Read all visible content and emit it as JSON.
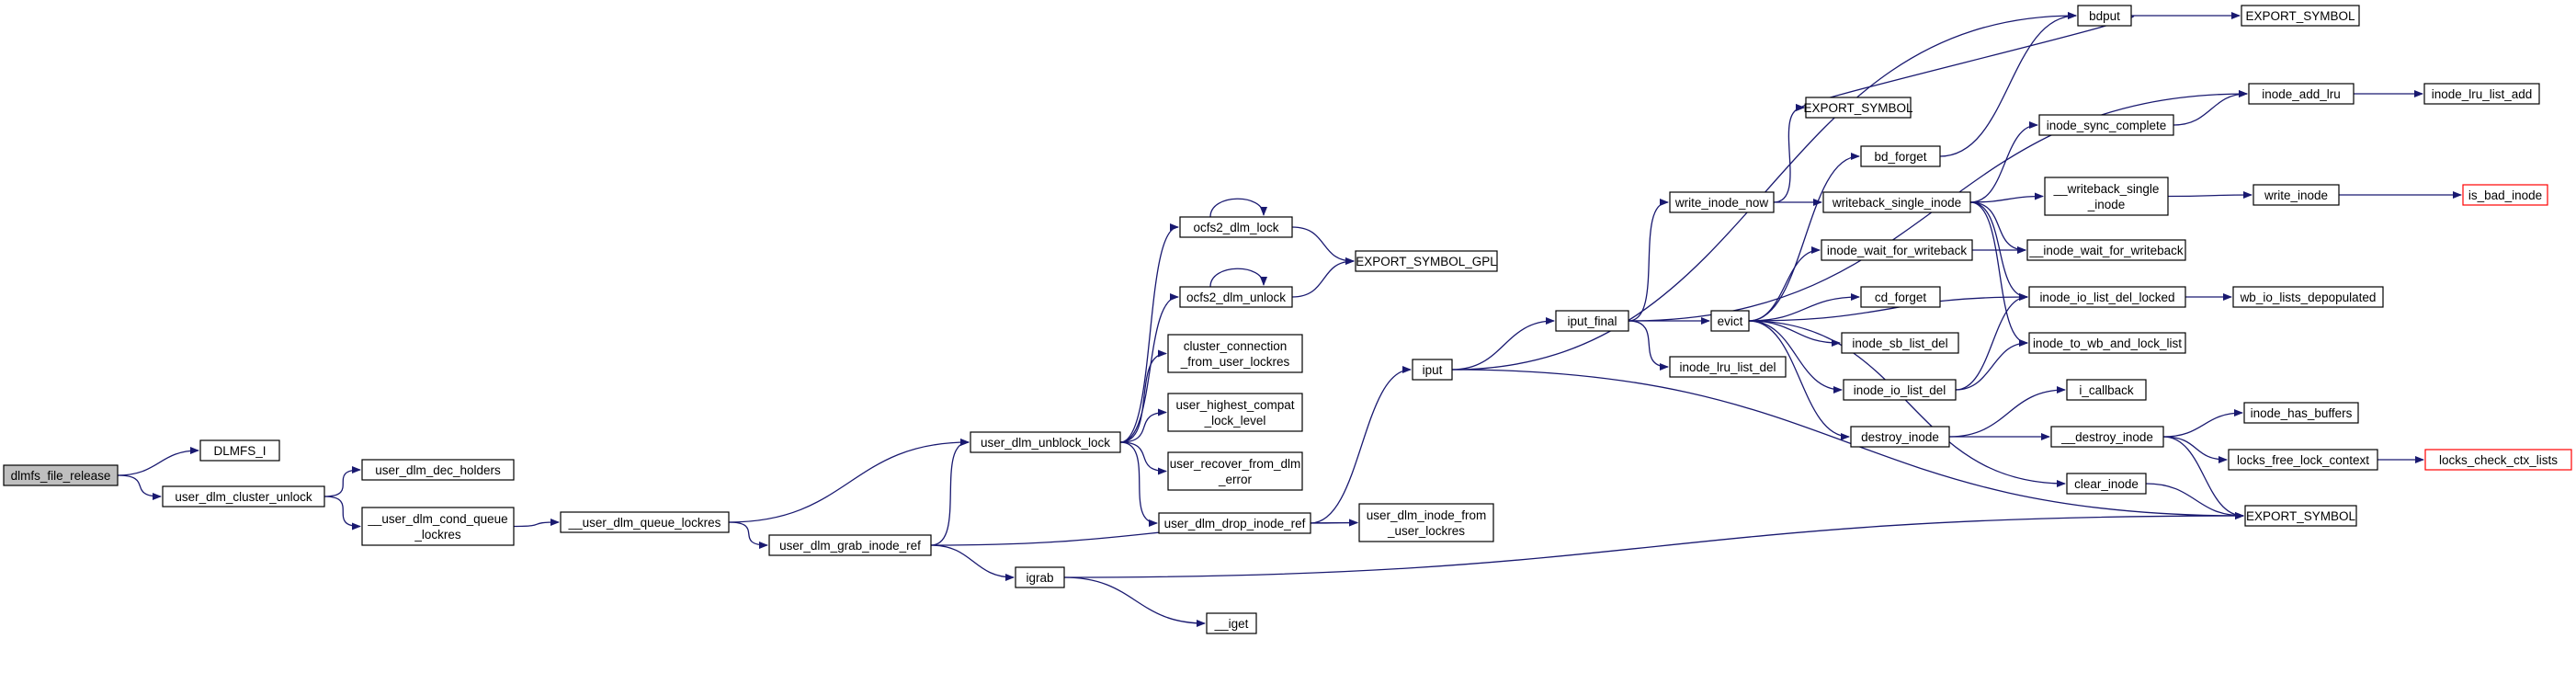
{
  "graph": {
    "nodes": {
      "dlmfs_file_release": {
        "label": [
          "dlmfs_file_release"
        ],
        "root": true
      },
      "DLMFS_I": {
        "label": [
          "DLMFS_I"
        ]
      },
      "user_dlm_cluster_unlock": {
        "label": [
          "user_dlm_cluster_unlock"
        ]
      },
      "user_dlm_dec_holders": {
        "label": [
          "user_dlm_dec_holders"
        ]
      },
      "__user_dlm_cond_queue_lockres": {
        "label": [
          "__user_dlm_cond_queue",
          "_lockres"
        ]
      },
      "__user_dlm_queue_lockres": {
        "label": [
          "__user_dlm_queue_lockres"
        ]
      },
      "user_dlm_grab_inode_ref": {
        "label": [
          "user_dlm_grab_inode_ref"
        ]
      },
      "user_dlm_unblock_lock": {
        "label": [
          "user_dlm_unblock_lock"
        ]
      },
      "ocfs2_dlm_lock": {
        "label": [
          "ocfs2_dlm_lock"
        ]
      },
      "ocfs2_dlm_unlock": {
        "label": [
          "ocfs2_dlm_unlock"
        ]
      },
      "cluster_connection_from_user_lockres": {
        "label": [
          "cluster_connection",
          "_from_user_lockres"
        ]
      },
      "user_highest_compat_lock_level": {
        "label": [
          "user_highest_compat",
          "_lock_level"
        ]
      },
      "user_recover_from_dlm_error": {
        "label": [
          "user_recover_from_dlm",
          "_error"
        ]
      },
      "user_dlm_drop_inode_ref": {
        "label": [
          "user_dlm_drop_inode_ref"
        ]
      },
      "EXPORT_SYMBOL_GPL": {
        "label": [
          "EXPORT_SYMBOL_GPL"
        ]
      },
      "user_dlm_inode_from_user_lockres": {
        "label": [
          "user_dlm_inode_from",
          "_user_lockres"
        ]
      },
      "iput": {
        "label": [
          "iput"
        ]
      },
      "igrab": {
        "label": [
          "igrab"
        ]
      },
      "__iget": {
        "label": [
          "__iget"
        ]
      },
      "iput_final": {
        "label": [
          "iput_final"
        ]
      },
      "write_inode_now": {
        "label": [
          "write_inode_now"
        ]
      },
      "inode_lru_list_del": {
        "label": [
          "inode_lru_list_del"
        ]
      },
      "evict": {
        "label": [
          "evict"
        ]
      },
      "EXPORT_SYMBOL_top": {
        "label": [
          "EXPORT_SYMBOL"
        ]
      },
      "writeback_single_inode": {
        "label": [
          "writeback_single_inode"
        ]
      },
      "bd_forget": {
        "label": [
          "bd_forget"
        ]
      },
      "inode_wait_for_writeback": {
        "label": [
          "inode_wait_for_writeback"
        ]
      },
      "cd_forget": {
        "label": [
          "cd_forget"
        ]
      },
      "inode_sb_list_del": {
        "label": [
          "inode_sb_list_del"
        ]
      },
      "inode_io_list_del": {
        "label": [
          "inode_io_list_del"
        ]
      },
      "destroy_inode": {
        "label": [
          "destroy_inode"
        ]
      },
      "bdput": {
        "label": [
          "bdput"
        ]
      },
      "inode_sync_complete": {
        "label": [
          "inode_sync_complete"
        ]
      },
      "__writeback_single_inode": {
        "label": [
          "__writeback_single",
          "_inode"
        ]
      },
      "__inode_wait_for_writeback": {
        "label": [
          "__inode_wait_for_writeback"
        ]
      },
      "inode_io_list_del_locked": {
        "label": [
          "inode_io_list_del_locked"
        ]
      },
      "inode_to_wb_and_lock_list": {
        "label": [
          "inode_to_wb_and_lock_list"
        ]
      },
      "i_callback": {
        "label": [
          "i_callback"
        ]
      },
      "__destroy_inode": {
        "label": [
          "__destroy_inode"
        ]
      },
      "clear_inode": {
        "label": [
          "clear_inode"
        ]
      },
      "EXPORT_SYMBOL_mid": {
        "label": [
          "EXPORT_SYMBOL"
        ]
      },
      "EXPORT_SYMBOL_bot": {
        "label": [
          "EXPORT_SYMBOL"
        ]
      },
      "inode_add_lru": {
        "label": [
          "inode_add_lru"
        ]
      },
      "write_inode": {
        "label": [
          "write_inode"
        ]
      },
      "wb_io_lists_depopulated": {
        "label": [
          "wb_io_lists_depopulated"
        ]
      },
      "inode_has_buffers": {
        "label": [
          "inode_has_buffers"
        ]
      },
      "locks_free_lock_context": {
        "label": [
          "locks_free_lock_context"
        ]
      },
      "inode_lru_list_add": {
        "label": [
          "inode_lru_list_add"
        ]
      },
      "is_bad_inode": {
        "label": [
          "is_bad_inode"
        ],
        "truncated": true
      },
      "locks_check_ctx_lists": {
        "label": [
          "locks_check_ctx_lists"
        ],
        "truncated": true
      }
    },
    "edges": [
      [
        "dlmfs_file_release",
        "DLMFS_I"
      ],
      [
        "dlmfs_file_release",
        "user_dlm_cluster_unlock"
      ],
      [
        "user_dlm_cluster_unlock",
        "user_dlm_dec_holders"
      ],
      [
        "user_dlm_cluster_unlock",
        "__user_dlm_cond_queue_lockres"
      ],
      [
        "__user_dlm_cond_queue_lockres",
        "__user_dlm_queue_lockres"
      ],
      [
        "__user_dlm_queue_lockres",
        "user_dlm_unblock_lock"
      ],
      [
        "__user_dlm_queue_lockres",
        "user_dlm_grab_inode_ref"
      ],
      [
        "user_dlm_grab_inode_ref",
        "user_dlm_unblock_lock"
      ],
      [
        "user_dlm_grab_inode_ref",
        "igrab"
      ],
      [
        "user_dlm_grab_inode_ref",
        "user_dlm_inode_from_user_lockres"
      ],
      [
        "user_dlm_unblock_lock",
        "ocfs2_dlm_lock"
      ],
      [
        "user_dlm_unblock_lock",
        "ocfs2_dlm_unlock"
      ],
      [
        "user_dlm_unblock_lock",
        "cluster_connection_from_user_lockres"
      ],
      [
        "user_dlm_unblock_lock",
        "user_highest_compat_lock_level"
      ],
      [
        "user_dlm_unblock_lock",
        "user_recover_from_dlm_error"
      ],
      [
        "user_dlm_unblock_lock",
        "user_dlm_drop_inode_ref"
      ],
      [
        "ocfs2_dlm_lock",
        "ocfs2_dlm_lock"
      ],
      [
        "ocfs2_dlm_unlock",
        "ocfs2_dlm_unlock"
      ],
      [
        "ocfs2_dlm_lock",
        "EXPORT_SYMBOL_GPL"
      ],
      [
        "ocfs2_dlm_unlock",
        "EXPORT_SYMBOL_GPL"
      ],
      [
        "user_dlm_drop_inode_ref",
        "iput"
      ],
      [
        "user_dlm_drop_inode_ref",
        "user_dlm_inode_from_user_lockres"
      ],
      [
        "iput",
        "bdput"
      ],
      [
        "iput",
        "iput_final"
      ],
      [
        "iput",
        "EXPORT_SYMBOL_bot"
      ],
      [
        "igrab",
        "__iget"
      ],
      [
        "igrab",
        "EXPORT_SYMBOL_bot"
      ],
      [
        "iput_final",
        "inode_add_lru"
      ],
      [
        "iput_final",
        "write_inode_now"
      ],
      [
        "iput_final",
        "evict"
      ],
      [
        "iput_final",
        "inode_lru_list_del"
      ],
      [
        "write_inode_now",
        "EXPORT_SYMBOL_top"
      ],
      [
        "write_inode_now",
        "writeback_single_inode"
      ],
      [
        "evict",
        "bd_forget"
      ],
      [
        "evict",
        "inode_wait_for_writeback"
      ],
      [
        "evict",
        "cd_forget"
      ],
      [
        "evict",
        "inode_sb_list_del"
      ],
      [
        "evict",
        "inode_io_list_del"
      ],
      [
        "evict",
        "destroy_inode"
      ],
      [
        "evict",
        "clear_inode"
      ],
      [
        "evict",
        "inode_io_list_del_locked"
      ],
      [
        "bd_forget",
        "bdput"
      ],
      [
        "writeback_single_inode",
        "inode_sync_complete"
      ],
      [
        "writeback_single_inode",
        "__writeback_single_inode"
      ],
      [
        "writeback_single_inode",
        "__inode_wait_for_writeback"
      ],
      [
        "writeback_single_inode",
        "inode_io_list_del_locked"
      ],
      [
        "writeback_single_inode",
        "inode_to_wb_and_lock_list"
      ],
      [
        "inode_wait_for_writeback",
        "__inode_wait_for_writeback"
      ],
      [
        "inode_io_list_del",
        "inode_io_list_del_locked"
      ],
      [
        "inode_io_list_del",
        "inode_to_wb_and_lock_list"
      ],
      [
        "destroy_inode",
        "i_callback"
      ],
      [
        "destroy_inode",
        "__destroy_inode"
      ],
      [
        "bdput",
        "EXPORT_SYMBOL_top"
      ],
      [
        "bdput",
        "EXPORT_SYMBOL_mid"
      ],
      [
        "inode_sync_complete",
        "inode_add_lru"
      ],
      [
        "__writeback_single_inode",
        "write_inode"
      ],
      [
        "inode_io_list_del_locked",
        "wb_io_lists_depopulated"
      ],
      [
        "__destroy_inode",
        "inode_has_buffers"
      ],
      [
        "__destroy_inode",
        "locks_free_lock_context"
      ],
      [
        "__destroy_inode",
        "EXPORT_SYMBOL_bot"
      ],
      [
        "clear_inode",
        "EXPORT_SYMBOL_bot"
      ],
      [
        "inode_add_lru",
        "inode_lru_list_add"
      ],
      [
        "write_inode",
        "is_bad_inode"
      ],
      [
        "locks_free_lock_context",
        "locks_check_ctx_lists"
      ]
    ]
  }
}
